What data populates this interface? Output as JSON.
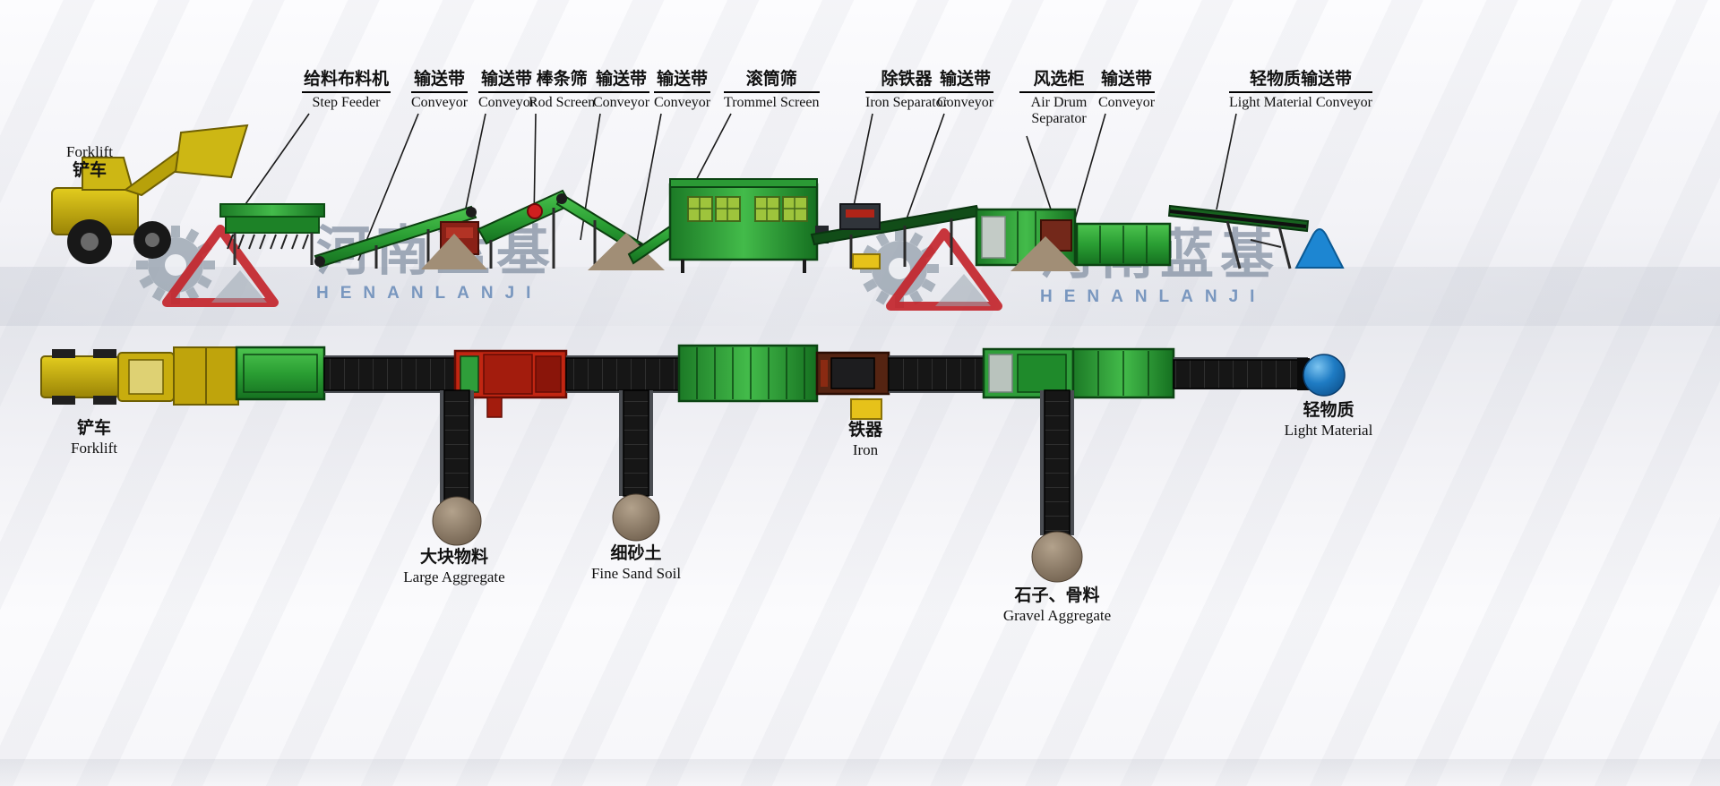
{
  "brand": {
    "cn": "河南蓝基",
    "en": "HENANLANJI"
  },
  "side_view": {
    "forklift": {
      "en": "Forklift",
      "cn": "铲车"
    },
    "callouts": [
      {
        "cn": "给料布料机",
        "en": "Step Feeder"
      },
      {
        "cn": "输送带",
        "en": "Conveyor"
      },
      {
        "cn": "输送带",
        "en": "Conveyor"
      },
      {
        "cn": "棒条筛",
        "en": "Rod Screen"
      },
      {
        "cn": "输送带",
        "en": "Conveyor"
      },
      {
        "cn": "输送带",
        "en": "Conveyor"
      },
      {
        "cn": "滚筒筛",
        "en": "Trommel Screen"
      },
      {
        "cn": "除铁器",
        "en": "Iron Separator"
      },
      {
        "cn": "输送带",
        "en": "Conveyor"
      },
      {
        "cn": "风选柜",
        "en": "Air Drum Separator"
      },
      {
        "cn": "输送带",
        "en": "Conveyor"
      },
      {
        "cn": "轻物质输送带",
        "en": "Light Material Conveyor"
      }
    ]
  },
  "plan_view": {
    "forklift": {
      "cn": "铲车",
      "en": "Forklift"
    },
    "outputs": [
      {
        "cn": "大块物料",
        "en": "Large Aggregate"
      },
      {
        "cn": "细砂土",
        "en": "Fine Sand Soil"
      },
      {
        "cn": "铁器",
        "en": "Iron"
      },
      {
        "cn": "石子、骨料",
        "en": "Gravel Aggregate"
      },
      {
        "cn": "轻物质",
        "en": "Light Material"
      }
    ]
  },
  "colors": {
    "machine_green": "#2f9e3a",
    "forklift_yellow": "#c8ad0e",
    "crusher_red": "#c22612",
    "pile_brown": "#a18e76",
    "light_material_blue": "#1d86d2",
    "brand_red": "#c3252b",
    "brand_blue_gray": "#6e8fbb",
    "label_text": "#111111"
  }
}
